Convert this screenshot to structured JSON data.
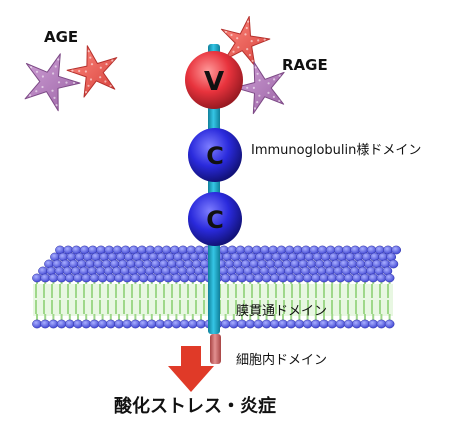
{
  "labels": {
    "age": "AGE",
    "rage": "RAGE",
    "v_domain": "V",
    "c_domain": "C",
    "ig_domain": "Immunoglobulin様ドメイン",
    "tm_domain": "膜貫通ドメイン",
    "cyto_domain": "細胞内ドメイン",
    "outcome": "酸化ストレス・炎症"
  },
  "colors": {
    "star_purple": "#b07ab8",
    "star_red": "#e8534e",
    "v_domain": "#e8333d",
    "c_domain": "#2a2adc",
    "stalk": "#1aa8c8",
    "cyto_tail": "#c96060",
    "lipid_head": "#4a52e0",
    "lipid_tail": "#9fd88a",
    "arrow": "#e03a28"
  },
  "icons": [
    "star-molecule-icon",
    "down-arrow-icon"
  ]
}
